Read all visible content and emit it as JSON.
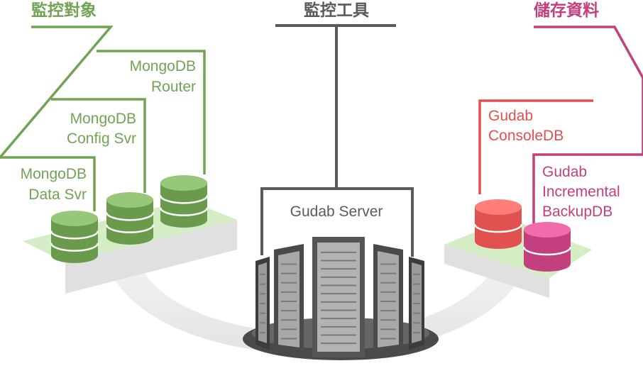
{
  "colors": {
    "monitored": "#72a355",
    "tool": "#5a5a5a",
    "storage_console": "#e0514f",
    "storage_incremental": "#c43f7d",
    "platform_green": "#d2ecc1"
  },
  "headers": {
    "monitored_targets": "監控對象",
    "monitoring_tool": "監控工具",
    "data_storage": "儲存資料"
  },
  "monitored": {
    "router": {
      "line1": "MongoDB",
      "line2": "Router"
    },
    "config": {
      "line1": "MongoDB",
      "line2": "Config Svr"
    },
    "data": {
      "line1": "MongoDB",
      "line2": "Data Svr"
    }
  },
  "tool": {
    "server_label": "Gudab Server"
  },
  "storage": {
    "console": {
      "line1": "Gudab",
      "line2": "ConsoleDB"
    },
    "incremental": {
      "line1": "Gudab",
      "line2": "Incremental",
      "line3": "BackupDB"
    }
  }
}
